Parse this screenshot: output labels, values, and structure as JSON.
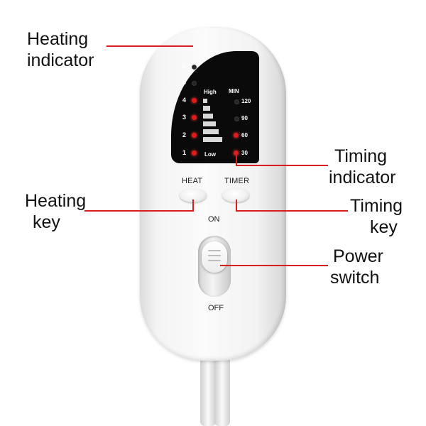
{
  "callouts": {
    "heating_indicator": [
      "Heating",
      "indicator"
    ],
    "timing_indicator": [
      "Timing",
      "indicator"
    ],
    "heating_key": [
      "Heating",
      "key"
    ],
    "timing_key": [
      "Timing",
      "key"
    ],
    "power_switch": [
      "Power",
      "switch"
    ]
  },
  "display": {
    "levels": [
      "6",
      "5",
      "4",
      "3",
      "2",
      "1"
    ],
    "high_label": "High",
    "low_label": "Low",
    "min_label": "MIN",
    "timer_values": [
      "120",
      "90",
      "60",
      "30"
    ]
  },
  "buttons": {
    "heat_label": "HEAT",
    "timer_label": "TIMER"
  },
  "switch": {
    "on_label": "ON",
    "off_label": "OFF"
  },
  "colors": {
    "led_on": "#e11a1a",
    "callout_line": "#d81e1e",
    "display_bg": "#0a0a0a"
  },
  "state": {
    "heat_level_on": [
      false,
      false,
      true,
      true,
      true,
      true
    ],
    "timer_on": [
      false,
      false,
      true,
      true
    ]
  }
}
